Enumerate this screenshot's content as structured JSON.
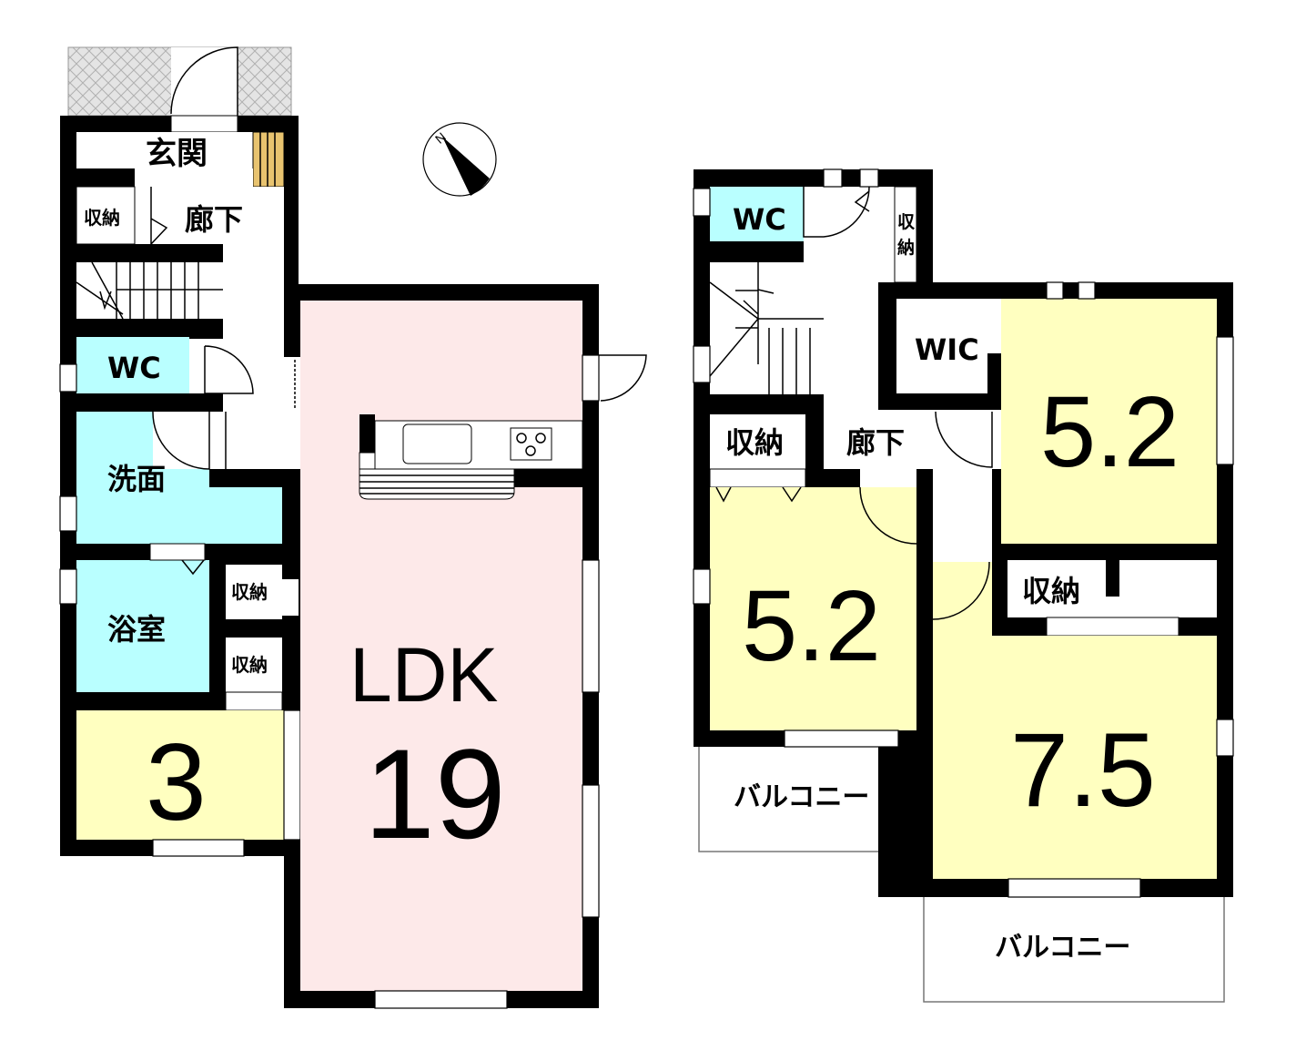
{
  "colors": {
    "wall": "#000000",
    "wet_area": "#b9ffff",
    "bedroom": "#ffffc0",
    "ldk": "#fde9e9",
    "wood": "#e8c36f",
    "porch": "#d9d9d9"
  },
  "compass": {
    "label": "N"
  },
  "floor1": {
    "genkan": "玄関",
    "hallway": "廊下",
    "storage_entry": "収納",
    "wc": "WC",
    "washroom": "洗面",
    "bathroom": "浴室",
    "storage_bath_upper": "収納",
    "storage_bath_lower": "収納",
    "room3_size": "3",
    "ldk_label": "LDK",
    "ldk_size": "19"
  },
  "floor2": {
    "wc": "WC",
    "storage_vertical": "収\n納",
    "storage_vertical_1": "収",
    "storage_vertical_2": "納",
    "wic": "WIC",
    "storage_left": "収納",
    "hallway": "廊下",
    "room_right_size": "5.2",
    "room_left_size": "5.2",
    "storage_right": "収納",
    "room_large_size": "7.5",
    "balcony_left": "バルコニー",
    "balcony_right": "バルコニー"
  }
}
